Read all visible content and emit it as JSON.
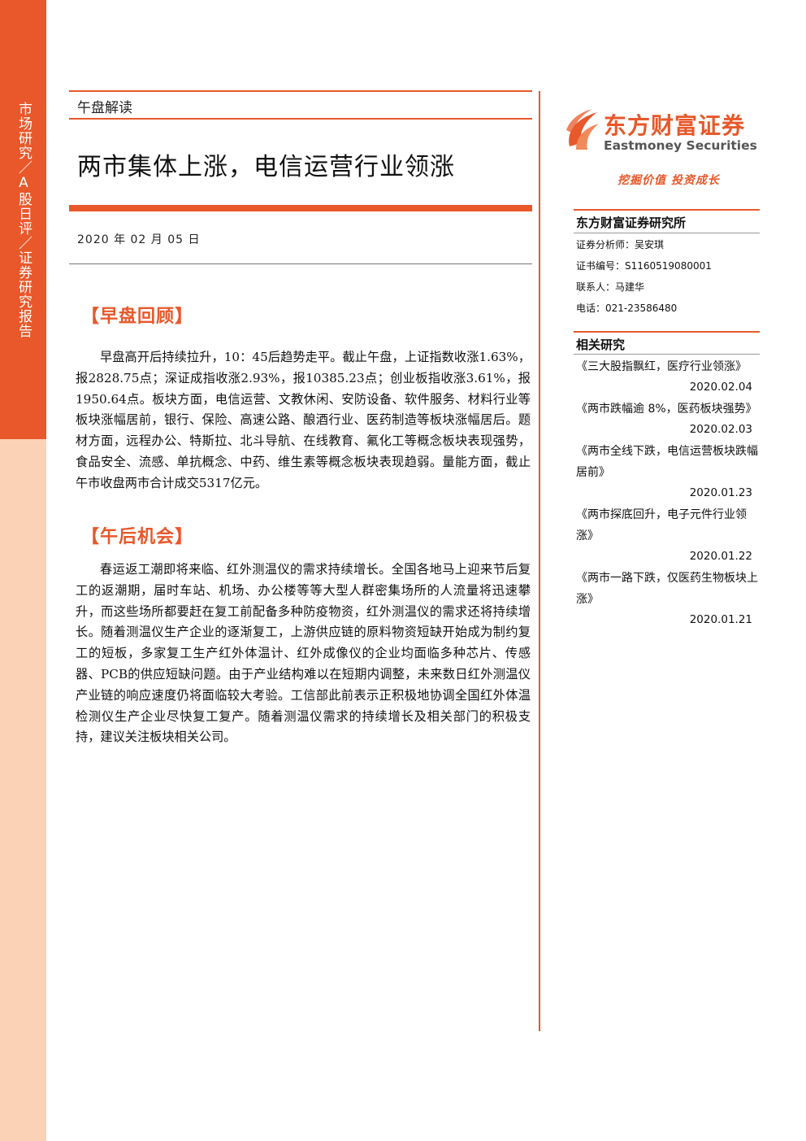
{
  "sidebar_band": {
    "label": "市场研究／A股日评／证券研究报告",
    "colors": {
      "band_top": "#e8582a",
      "band_bottom": "#fbd2b6"
    }
  },
  "report": {
    "section_tag": "午盘解读",
    "title": "两市集体上涨，电信运营行业领涨",
    "date": "2020 年 02 月 05 日",
    "sections": [
      {
        "heading": "【早盘回顾】",
        "body": "早盘高开后持续拉升，10：45后趋势走平。截止午盘，上证指数收涨1.63%，报2828.75点；深证成指收涨2.93%，报10385.23点；创业板指收涨3.61%，报1950.64点。板块方面，电信运营、文教休闲、安防设备、软件服务、材料行业等板块涨幅居前，银行、保险、高速公路、酿酒行业、医药制造等板块涨幅居后。题材方面，远程办公、特斯拉、北斗导航、在线教育、氟化工等概念板块表现强势，食品安全、流感、单抗概念、中药、维生素等概念板块表现趋弱。量能方面，截止午市收盘两市合计成交5317亿元。"
      },
      {
        "heading": "【午后机会】",
        "body": "春运返工潮即将来临、红外测温仪的需求持续增长。全国各地马上迎来节后复工的返潮期，届时车站、机场、办公楼等等大型人群密集场所的人流量将迅速攀升，而这些场所都要赶在复工前配备多种防疫物资，红外测温仪的需求还将持续增长。随着测温仪生产企业的逐渐复工，上游供应链的原料物资短缺开始成为制约复工的短板，多家复工生产红外体温计、红外成像仪的企业均面临多种芯片、传感器、PCB的供应短缺问题。由于产业结构难以在短期内调整，未来数日红外测温仪产业链的响应速度仍将面临较大考验。工信部此前表示正积极地协调全国红外体温检测仪生产企业尽快复工复产。随着测温仪需求的持续增长及相关部门的积极支持，建议关注板块相关公司。"
      }
    ]
  },
  "brand": {
    "name_cn": "东方财富证券",
    "name_en": "Eastmoney Securities",
    "slogan": "挖掘价值 投资成长",
    "accent_color": "#e8582a",
    "logo_icon": "flame-swoosh-icon"
  },
  "institute": {
    "name": "东方财富证券研究所",
    "analyst": "证券分析师：吴安琪",
    "cert": "证书编号：S1160519080001",
    "contact": "联系人：马建华",
    "phone": "电话：021-23586480"
  },
  "related": {
    "heading": "相关研究",
    "items": [
      {
        "title": "《三大股指飘红，医疗行业领涨》",
        "date": "2020.02.04"
      },
      {
        "title": "《两市跌幅逾 8%，医药板块强势》",
        "date": "2020.02.03"
      },
      {
        "title": "《两市全线下跌，电信运营板块跌幅居前》",
        "date": "2020.01.23"
      },
      {
        "title": "《两市探底回升，电子元件行业领涨》",
        "date": "2020.01.22"
      },
      {
        "title": "《两市一路下跌，仅医药生物板块上涨》",
        "date": "2020.01.21"
      }
    ]
  }
}
